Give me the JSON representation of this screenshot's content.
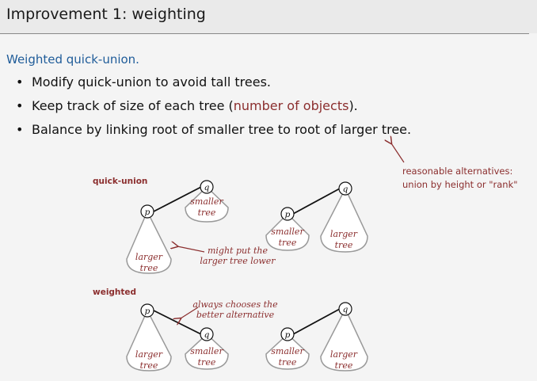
{
  "header": {
    "title": "Improvement 1:  weighting"
  },
  "subtitle": "Weighted quick-union.",
  "bullets": [
    {
      "pre": "Modify quick-union to avoid tall trees.",
      "hl": "",
      "post": ""
    },
    {
      "pre": "Keep track of size of each tree (",
      "hl": "number of objects",
      "post": ")."
    },
    {
      "pre": "Balance by linking root of smaller tree to root of larger tree.",
      "hl": "",
      "post": ""
    }
  ],
  "annotation": {
    "line1": "reasonable alternatives:",
    "line2": "union by height or \"rank\""
  },
  "diagram": {
    "label_quick_union": "quick-union",
    "label_weighted": "weighted",
    "node_p": "p",
    "node_q": "q",
    "smaller_1": "smaller",
    "smaller_2": "tree",
    "larger_1": "larger",
    "larger_2": "tree",
    "note_lower_1": "might put the",
    "note_lower_2": "larger tree lower",
    "note_better_1": "always chooses the",
    "note_better_2": "better alternative"
  },
  "colors": {
    "accent": "#8b2e2e",
    "subtitle": "#1f5c99"
  }
}
